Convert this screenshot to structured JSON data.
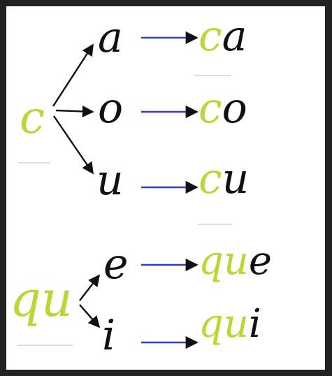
{
  "colors": {
    "green": "#b7d936",
    "black": "#111111",
    "blue_arrow": "#2f3fcf",
    "black_arrow": "#111111"
  },
  "group_c": {
    "source": "c",
    "rows": [
      {
        "vowel": "a",
        "result_prefix": "c",
        "result_vowel": "a"
      },
      {
        "vowel": "o",
        "result_prefix": "c",
        "result_vowel": "o"
      },
      {
        "vowel": "u",
        "result_prefix": "c",
        "result_vowel": "u"
      }
    ]
  },
  "group_qu": {
    "source": "qu",
    "rows": [
      {
        "vowel": "e",
        "result_prefix": "qu",
        "result_vowel": "e"
      },
      {
        "vowel": "i",
        "result_prefix": "qu",
        "result_vowel": "i"
      }
    ]
  }
}
